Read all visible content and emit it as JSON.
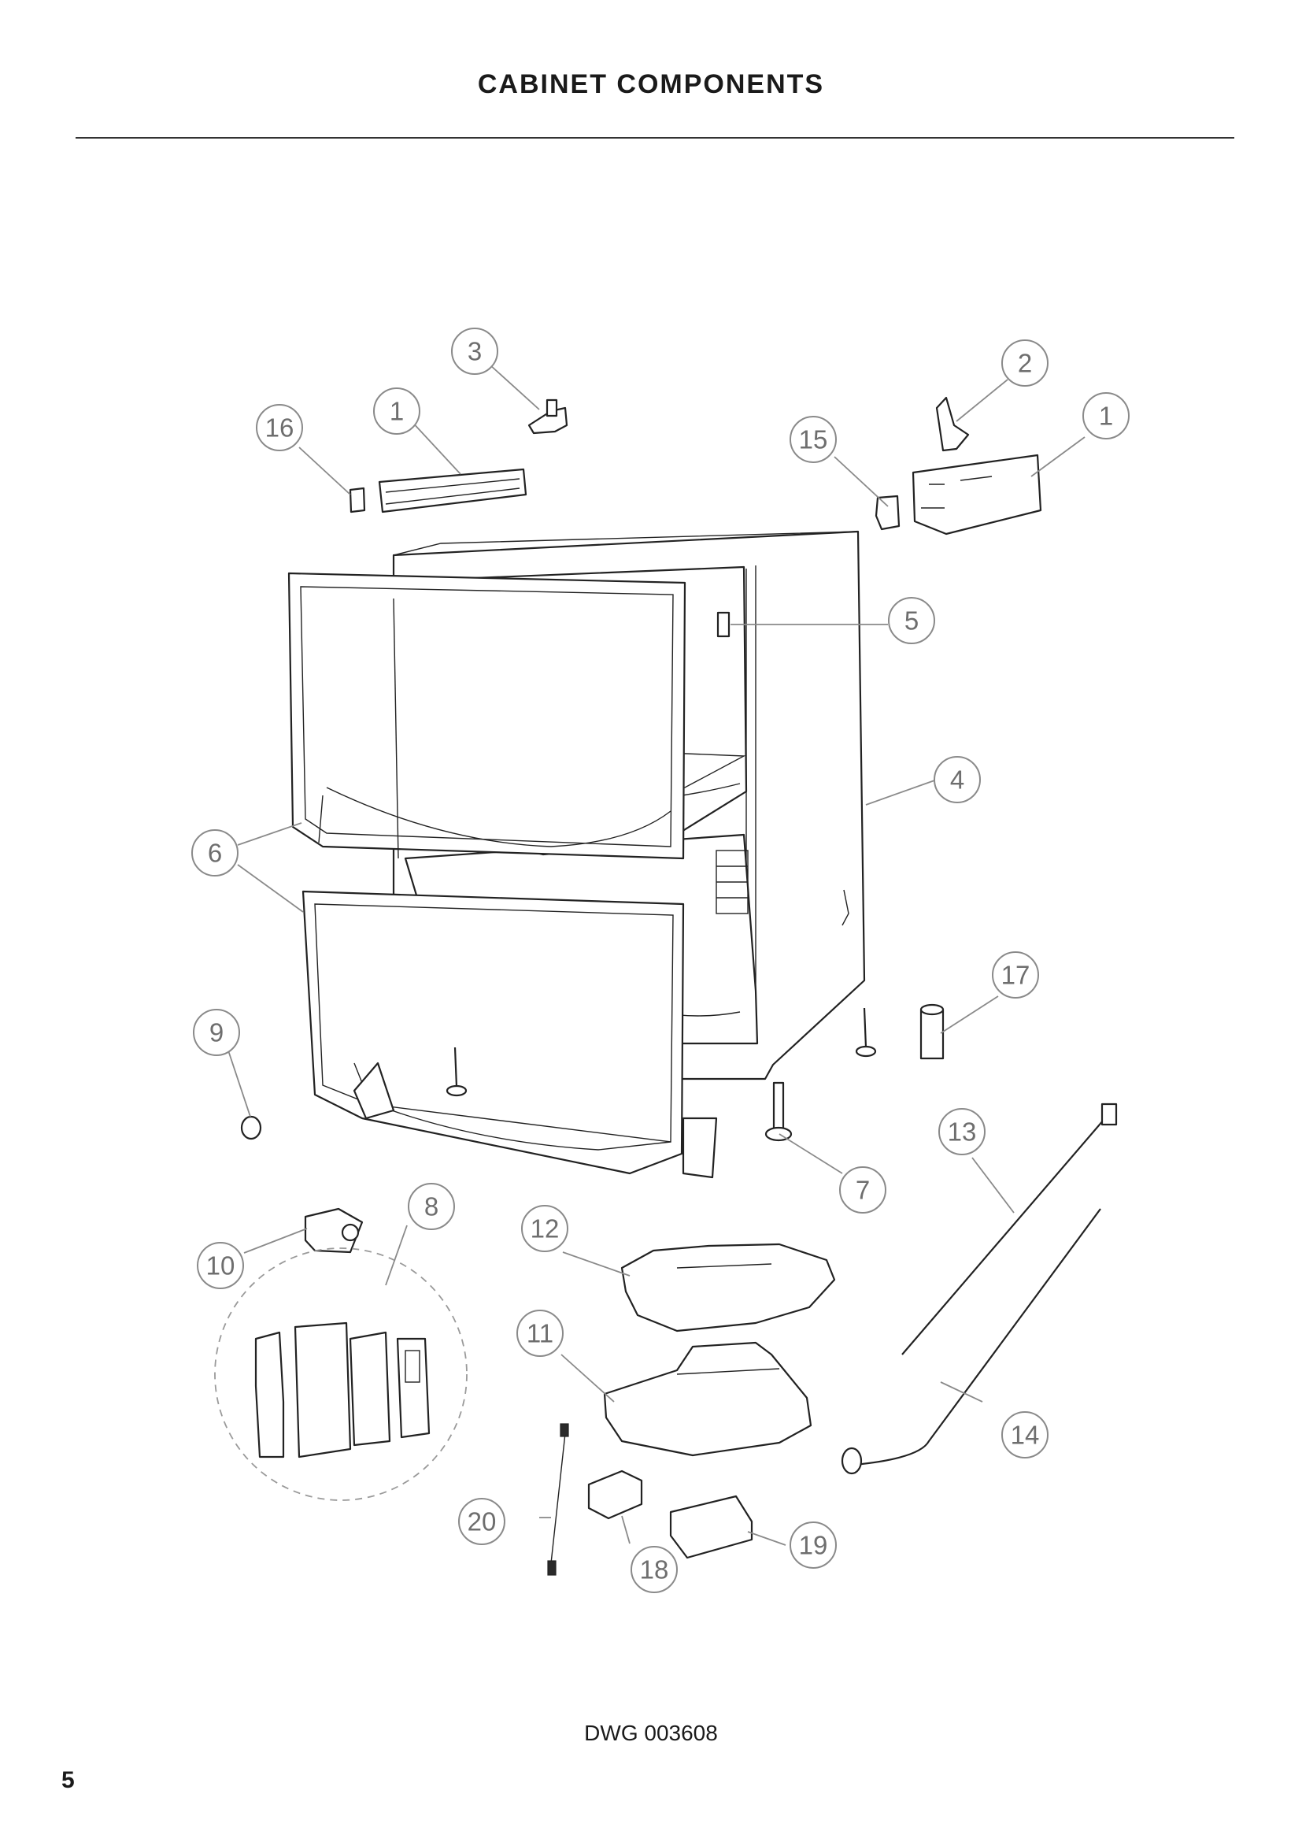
{
  "header": {
    "title": "CABINET COMPONENTS"
  },
  "callouts": [
    {
      "label": "1"
    },
    {
      "label": "1"
    },
    {
      "label": "2"
    },
    {
      "label": "3"
    },
    {
      "label": "4"
    },
    {
      "label": "5"
    },
    {
      "label": "6"
    },
    {
      "label": "7"
    },
    {
      "label": "8"
    },
    {
      "label": "9"
    },
    {
      "label": "10"
    },
    {
      "label": "11"
    },
    {
      "label": "12"
    },
    {
      "label": "13"
    },
    {
      "label": "14"
    },
    {
      "label": "15"
    },
    {
      "label": "16"
    },
    {
      "label": "17"
    },
    {
      "label": "18"
    },
    {
      "label": "19"
    },
    {
      "label": "20"
    }
  ],
  "footer": {
    "drawing_number": "DWG 003608",
    "page_number": "5"
  }
}
